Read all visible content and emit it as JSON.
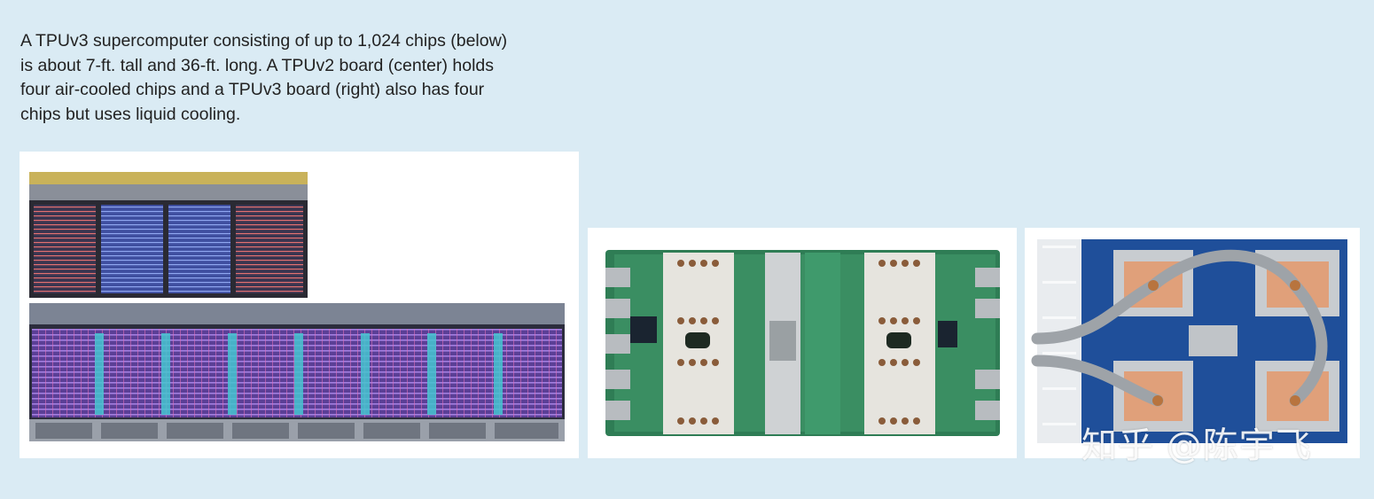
{
  "caption": {
    "lines": [
      "A TPUv3 supercomputer consisting of up to 1,024 chips (below)",
      "is about 7-ft. tall and 36-ft. long. A TPUv2 board (center) holds",
      "four air-cooled chips and a TPUv3 board (right) also has four",
      "chips but uses liquid cooling."
    ]
  },
  "figures": {
    "supercomputer": {
      "icon": "server-rack-photo"
    },
    "tpuv2_board": {
      "icon": "air-cooled-board-photo"
    },
    "tpuv3_board": {
      "icon": "liquid-cooled-board-photo"
    }
  },
  "watermark": {
    "text": "知乎 @陈宇飞"
  },
  "colors": {
    "background": "#daebf4",
    "rack_purple": "#7b5bb5",
    "cable_teal": "#45c5d0",
    "pcb_green": "#2f7d55",
    "pcb_blue": "#1f4f9a",
    "copper": "#e0a07a"
  }
}
